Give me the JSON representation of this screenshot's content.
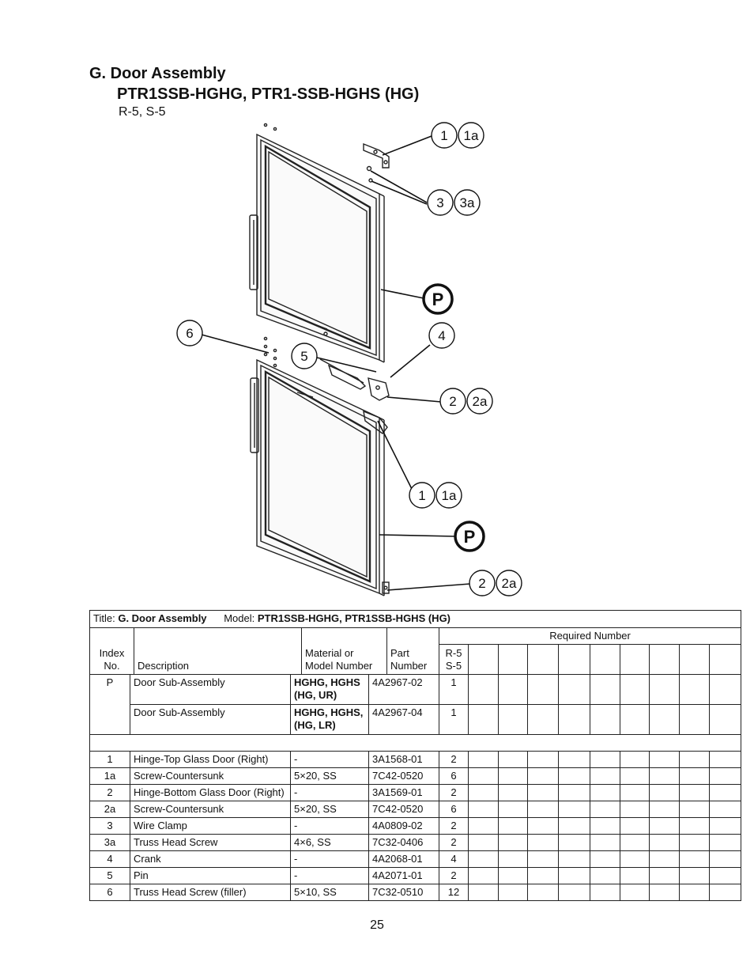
{
  "heading": {
    "section": "G. Door Assembly",
    "models": "PTR1SSB-HGHG, PTR1-SSB-HGHS (HG)",
    "revision": "R-5, S-5"
  },
  "callouts": {
    "c1": "1",
    "c1a": "1a",
    "c3": "3",
    "c3a": "3a",
    "p_top": "P",
    "c6": "6",
    "c4": "4",
    "c5": "5",
    "c2": "2",
    "c2a": "2a",
    "c1_lower": "1",
    "c1a_lower": "1a",
    "p_bottom": "P",
    "c2_lower": "2",
    "c2a_lower": "2a"
  },
  "table": {
    "title_label": "Title:",
    "title_value": "G. Door Assembly",
    "model_label": "Model:",
    "model_value": "PTR1SSB-HGHG, PTR1SSB-HGHS (HG)",
    "required_number": "Required Number",
    "headers": {
      "index": "Index No.",
      "description": "Description",
      "material": "Material or Model Number",
      "part": "Part Number",
      "rev": "R-5 S-5"
    },
    "subassemblies": [
      {
        "index": "P",
        "description": "Door Sub-Assembly",
        "material": "HGHG, HGHS (HG, UR)",
        "part": "4A2967-02",
        "qty": "1"
      },
      {
        "index": "",
        "description": "Door Sub-Assembly",
        "material": "HGHG, HGHS, (HG, LR)",
        "part": "4A2967-04",
        "qty": "1"
      }
    ],
    "rows": [
      {
        "index": "1",
        "description": "Hinge-Top Glass Door (Right)",
        "material": "-",
        "part": "3A1568-01",
        "qty": "2"
      },
      {
        "index": "1a",
        "description": "Screw-Countersunk",
        "material": "5×20, SS",
        "part": "7C42-0520",
        "qty": "6"
      },
      {
        "index": "2",
        "description": "Hinge-Bottom Glass Door (Right)",
        "material": "-",
        "part": "3A1569-01",
        "qty": "2"
      },
      {
        "index": "2a",
        "description": "Screw-Countersunk",
        "material": "5×20, SS",
        "part": "7C42-0520",
        "qty": "6"
      },
      {
        "index": "3",
        "description": "Wire Clamp",
        "material": "-",
        "part": "4A0809-02",
        "qty": "2"
      },
      {
        "index": "3a",
        "description": "Truss Head Screw",
        "material": "4×6, SS",
        "part": "7C32-0406",
        "qty": "2"
      },
      {
        "index": "4",
        "description": "Crank",
        "material": "-",
        "part": "4A2068-01",
        "qty": "4"
      },
      {
        "index": "5",
        "description": "Pin",
        "material": "-",
        "part": "4A2071-01",
        "qty": "2"
      },
      {
        "index": "6",
        "description": "Truss Head Screw (filler)",
        "material": "5×10, SS",
        "part": "7C32-0510",
        "qty": "12"
      }
    ]
  },
  "page_number": "25"
}
